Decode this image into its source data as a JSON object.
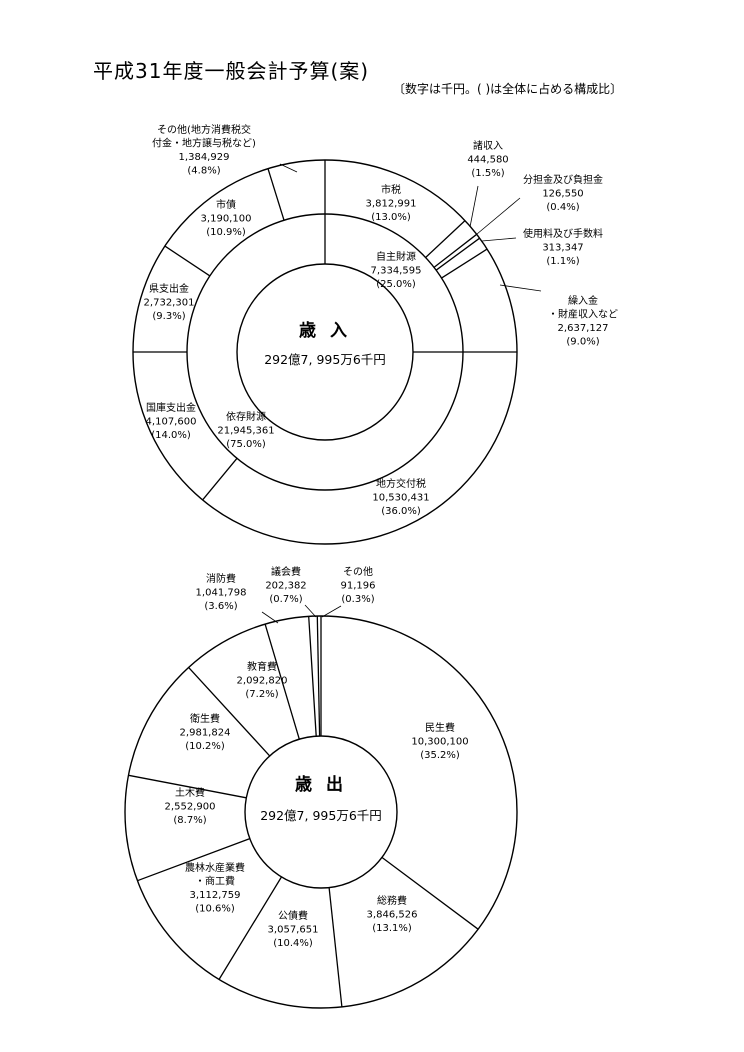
{
  "header": {
    "title": "平成31年度一般会計予算(案)",
    "note": "〔数字は千円。( )は全体に占める構成比〕"
  },
  "chart_data": [
    {
      "type": "pie",
      "title": "歳 入",
      "total": "292億7, 995万6千円",
      "inner": [
        {
          "name": "自主財源",
          "value": "7,334,595",
          "pct": "(25.0%)",
          "share": 25.0
        },
        {
          "name": "依存財源",
          "value": "21,945,361",
          "pct": "(75.0%)",
          "share": 75.0
        }
      ],
      "outer": [
        {
          "name": "市税",
          "value": "3,812,991",
          "pct": "(13.0%)",
          "share": 13.0
        },
        {
          "name": "諸収入",
          "value": "444,580",
          "pct": "(1.5%)",
          "share": 1.5
        },
        {
          "name": "分担金及び負担金",
          "value": "126,550",
          "pct": "(0.4%)",
          "share": 0.4
        },
        {
          "name": "使用料及び手数料",
          "value": "313,347",
          "pct": "(1.1%)",
          "share": 1.1
        },
        {
          "name": "繰入金・財産収入など",
          "value": "2,637,127",
          "pct": "(9.0%)",
          "share": 9.0
        },
        {
          "name": "地方交付税",
          "value": "10,530,431",
          "pct": "(36.0%)",
          "share": 36.0
        },
        {
          "name": "国庫支出金",
          "value": "4,107,600",
          "pct": "(14.0%)",
          "share": 14.0
        },
        {
          "name": "県支出金",
          "value": "2,732,301",
          "pct": "(9.3%)",
          "share": 9.3
        },
        {
          "name": "市債",
          "value": "3,190,100",
          "pct": "(10.9%)",
          "share": 10.9
        },
        {
          "name": "その他(地方消費税交付金・地方譲与税など)",
          "value": "1,384,929",
          "pct": "(4.8%)",
          "share": 4.8
        }
      ]
    },
    {
      "type": "pie",
      "title": "歳 出",
      "total": "292億7, 995万6千円",
      "slices": [
        {
          "name": "民生費",
          "value": "10,300,100",
          "pct": "(35.2%)",
          "share": 35.2
        },
        {
          "name": "総務費",
          "value": "3,846,526",
          "pct": "(13.1%)",
          "share": 13.1
        },
        {
          "name": "公債費",
          "value": "3,057,651",
          "pct": "(10.4%)",
          "share": 10.4
        },
        {
          "name": "農林水産業費・商工費",
          "value": "3,112,759",
          "pct": "(10.6%)",
          "share": 10.6
        },
        {
          "name": "土木費",
          "value": "2,552,900",
          "pct": "(8.7%)",
          "share": 8.7
        },
        {
          "name": "衛生費",
          "value": "2,981,824",
          "pct": "(10.2%)",
          "share": 10.2
        },
        {
          "name": "教育費",
          "value": "2,092,820",
          "pct": "(7.2%)",
          "share": 7.2
        },
        {
          "name": "消防費",
          "value": "1,041,798",
          "pct": "(3.6%)",
          "share": 3.6
        },
        {
          "name": "議会費",
          "value": "202,382",
          "pct": "(0.7%)",
          "share": 0.7
        },
        {
          "name": "その他",
          "value": "91,196",
          "pct": "(0.3%)",
          "share": 0.3
        }
      ]
    }
  ]
}
